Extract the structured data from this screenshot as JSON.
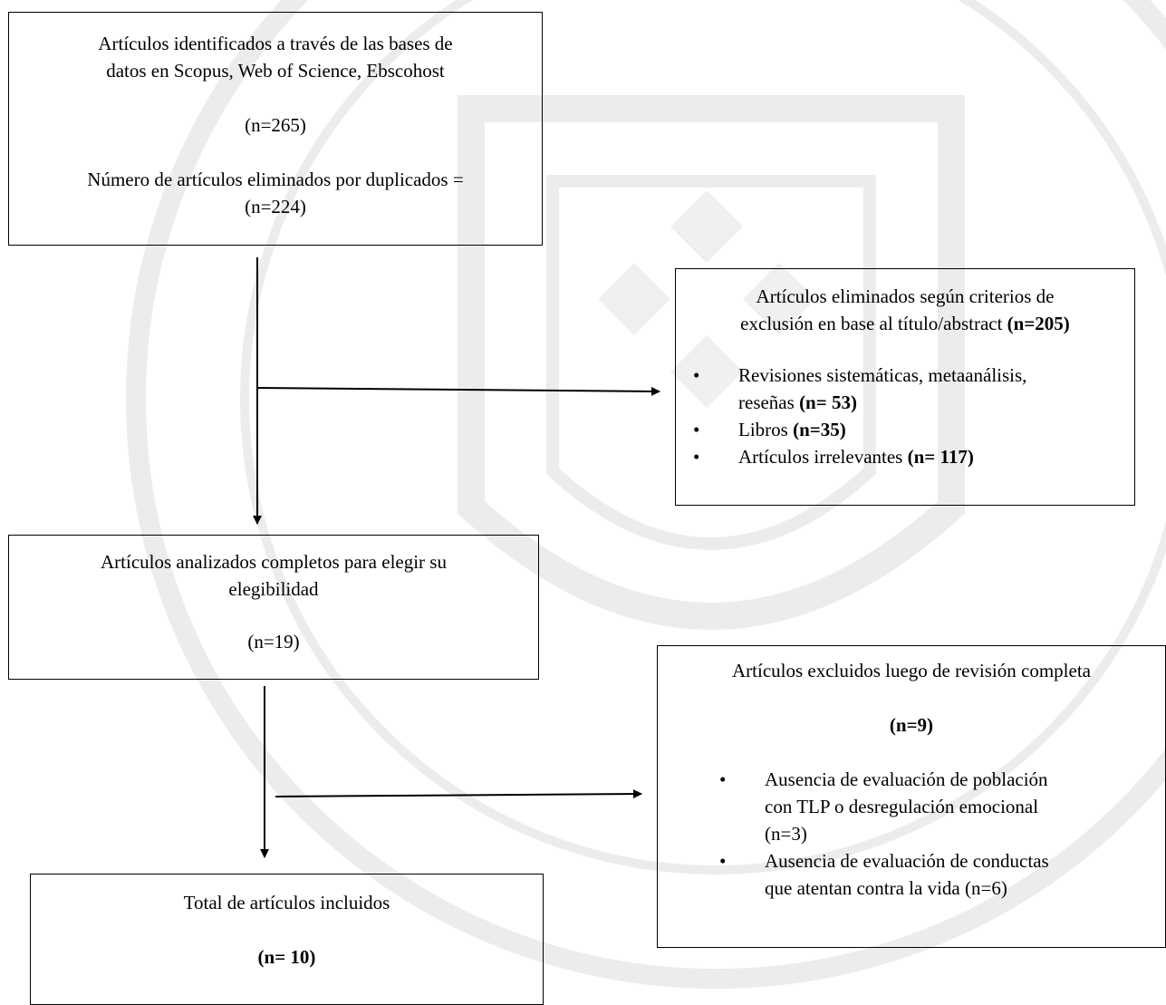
{
  "box_identified": {
    "line1": "Artículos identificados a través de las bases de",
    "line2": "datos en Scopus, Web of Science, Ebscohost",
    "count": "(n=265)",
    "dup_line1": "Número de artículos eliminados por duplicados =",
    "dup_line2": "(n=224)"
  },
  "box_excluded_title": {
    "line1": "Artículos eliminados según criterios de",
    "line2_text": "exclusión en base al título/abstract ",
    "line2_bold": "(n=205)",
    "items": [
      {
        "text_line1": "Revisiones sistemáticas, metaanálisis,",
        "text_line2": "reseñas ",
        "bold": "(n= 53)"
      },
      {
        "text": "Libros ",
        "bold": "(n=35)"
      },
      {
        "text": "Artículos irrelevantes ",
        "bold": "(n= 117)"
      }
    ]
  },
  "box_analyzed": {
    "line1": "Artículos analizados completos para elegir su",
    "line2": "elegibilidad",
    "count": "(n=19)"
  },
  "box_excluded_full": {
    "title": "Artículos excluidos luego de revisión completa",
    "count": "(n=9)",
    "items": [
      {
        "line1": "Ausencia de evaluación de población",
        "line2": "con TLP o desregulación emocional",
        "line3": "(n=3)"
      },
      {
        "line1": "Ausencia de evaluación de conductas",
        "line2": "que atentan contra la vida (n=6)"
      }
    ]
  },
  "box_included": {
    "title": "Total de artículos incluidos",
    "count": "(n= 10)"
  },
  "colors": {
    "watermark": "#ececec",
    "line": "#000000"
  }
}
